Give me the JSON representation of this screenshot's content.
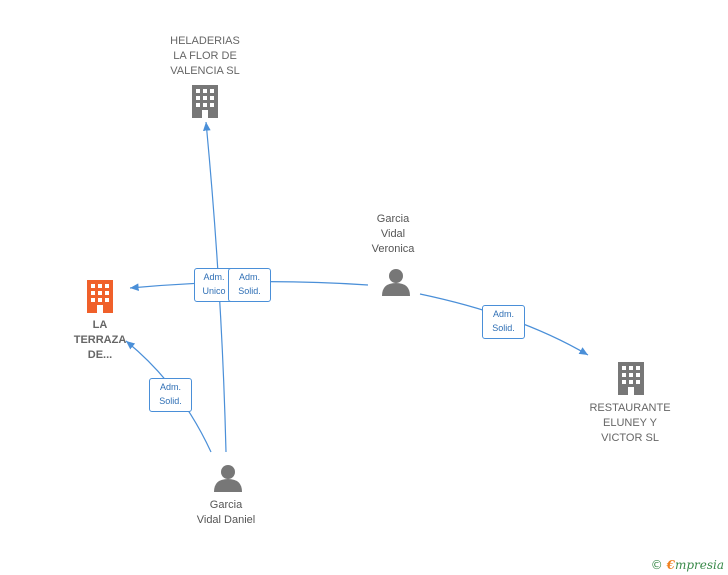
{
  "nodes": {
    "heladerias": {
      "lines": [
        "HELADERIAS",
        "LA FLOR DE",
        "VALENCIA  SL"
      ],
      "icon": "building-icon",
      "color": "#777777"
    },
    "la_terraza": {
      "lines": [
        "LA",
        "TERRAZA",
        "DE..."
      ],
      "icon": "building-icon",
      "color": "#f0602a"
    },
    "restaurante": {
      "lines": [
        "RESTAURANTE",
        "ELUNEY Y",
        "VICTOR  SL"
      ],
      "icon": "building-icon",
      "color": "#777777"
    },
    "veronica": {
      "lines": [
        "Garcia",
        "Vidal",
        "Veronica"
      ],
      "icon": "person-icon",
      "color": "#777777"
    },
    "daniel": {
      "lines": [
        "Garcia",
        "Vidal Daniel"
      ],
      "icon": "person-icon",
      "color": "#777777"
    }
  },
  "edges": {
    "daniel_to_heladerias": {
      "line1": "Adm.",
      "line2": "Unico"
    },
    "veronica_to_terraza": {
      "line1": "Adm.",
      "line2": "Solid."
    },
    "veronica_to_restaurante": {
      "line1": "Adm.",
      "line2": "Solid."
    },
    "daniel_to_terraza": {
      "line1": "Adm.",
      "line2": "Solid."
    }
  },
  "colors": {
    "edge": "#4a8fd8",
    "focus": "#f0602a",
    "neutral": "#777777"
  },
  "watermark": {
    "copyright": "©",
    "brand_initial": "€",
    "brand_rest": "mpresia"
  }
}
